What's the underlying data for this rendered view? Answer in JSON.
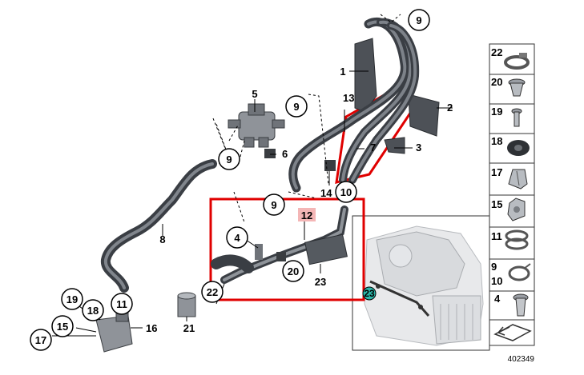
{
  "diagram": {
    "callouts": {
      "c1": "1",
      "c2": "2",
      "c3": "3",
      "c4": "4",
      "c5": "5",
      "c6": "6",
      "c7": "7",
      "c8": "8",
      "c9a": "9",
      "c9b": "9",
      "c9c": "9",
      "c9d": "9",
      "c10": "10",
      "c11": "11",
      "c12": "12",
      "c13": "13",
      "c14": "14",
      "c15": "15",
      "c16": "16",
      "c17": "17",
      "c18": "18",
      "c19": "19",
      "c20": "20",
      "c21": "21",
      "c22": "22",
      "c23": "23",
      "c23b": "23"
    },
    "legend": [
      {
        "label": "22",
        "icon": "hose-clamp-icon"
      },
      {
        "label": "20",
        "icon": "expanding-nut-icon"
      },
      {
        "label": "19",
        "icon": "screw-icon"
      },
      {
        "label": "18",
        "icon": "grommet-icon"
      },
      {
        "label": "17",
        "icon": "bracket-clip-icon"
      },
      {
        "label": "15",
        "icon": "plastic-nut-icon"
      },
      {
        "label": "11",
        "icon": "double-clamp-icon"
      },
      {
        "label": "9",
        "label2": "10",
        "icon": "spring-clamp-icon"
      },
      {
        "label": "4",
        "icon": "expanding-rivet-icon"
      }
    ],
    "document_number": "402349",
    "highlight_color": "#e00000",
    "callout_highlight_color": "#f4b6b6",
    "marker_color": "#2bb5a8"
  }
}
